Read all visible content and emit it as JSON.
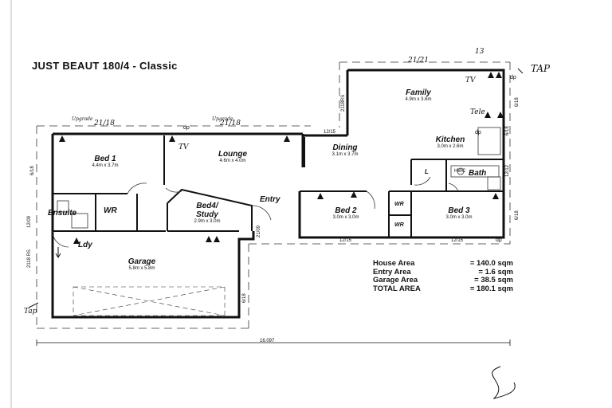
{
  "title": "JUST BEAUT 180/4 - Classic",
  "rooms": {
    "family": {
      "name": "Family",
      "size": "4.9m x 3.6m"
    },
    "kitchen": {
      "name": "Kitchen",
      "size": "3.0m x 2.6m"
    },
    "dining": {
      "name": "Dining",
      "size": "3.1m x 3.7m"
    },
    "lounge": {
      "name": "Lounge",
      "size": "4.6m x 4.0m"
    },
    "bed1": {
      "name": "Bed 1",
      "size": "4.4m x 3.7m"
    },
    "bed2": {
      "name": "Bed 2",
      "size": "3.0m x 3.0m"
    },
    "bed3": {
      "name": "Bed 3",
      "size": "3.0m x 3.0m"
    },
    "bed4": {
      "name": "Bed4/ Study",
      "size": "2.9m x 3.0m"
    },
    "garage": {
      "name": "Garage",
      "size": "5.8m x 5.8m"
    },
    "bath": "Bath",
    "ensuite": "Ensuite",
    "wr1": "WR",
    "wr2": "WR",
    "wr3": "WR",
    "entry": "Entry",
    "ldy": "Ldy",
    "l": "L",
    "hwc": "HWC"
  },
  "areas": [
    {
      "label": "House Area",
      "value": "= 140.0 sqm"
    },
    {
      "label": "Entry Area",
      "value": "= 1.6 sqm"
    },
    {
      "label": "Garage Area",
      "value": "= 38.5 sqm"
    },
    {
      "label": "TOTAL AREA",
      "value": "= 180.1 sqm"
    }
  ],
  "dimensions": {
    "overall": "16.097",
    "bed_windows": "12/15",
    "bed_windows_2": "12/15",
    "dining_window": "12/15",
    "lounge_window": "21/18",
    "bed1_window": "21/18",
    "family_window": "21/21",
    "bed1_side": "6/18",
    "family_side": "6/18",
    "family_side_2": "6/18",
    "bed3_side": "6/18",
    "garage_side": "6/18",
    "bath_side": "12/12",
    "ensuite_side": "12/09",
    "garage_door": "2118 RS",
    "family_door": "2118RS",
    "entry_door": "21/09"
  },
  "annotations": {
    "dp1": "dp",
    "dp2": "dp",
    "dp3": "dp",
    "dp4": "dp",
    "tv1": "TV",
    "tv2": "TV",
    "tele": "Tele",
    "tap": "TAP",
    "thirteen": "13",
    "upgrade1": "Upgrade",
    "upgrade2": "Upgrade",
    "tap2": "Tap"
  }
}
